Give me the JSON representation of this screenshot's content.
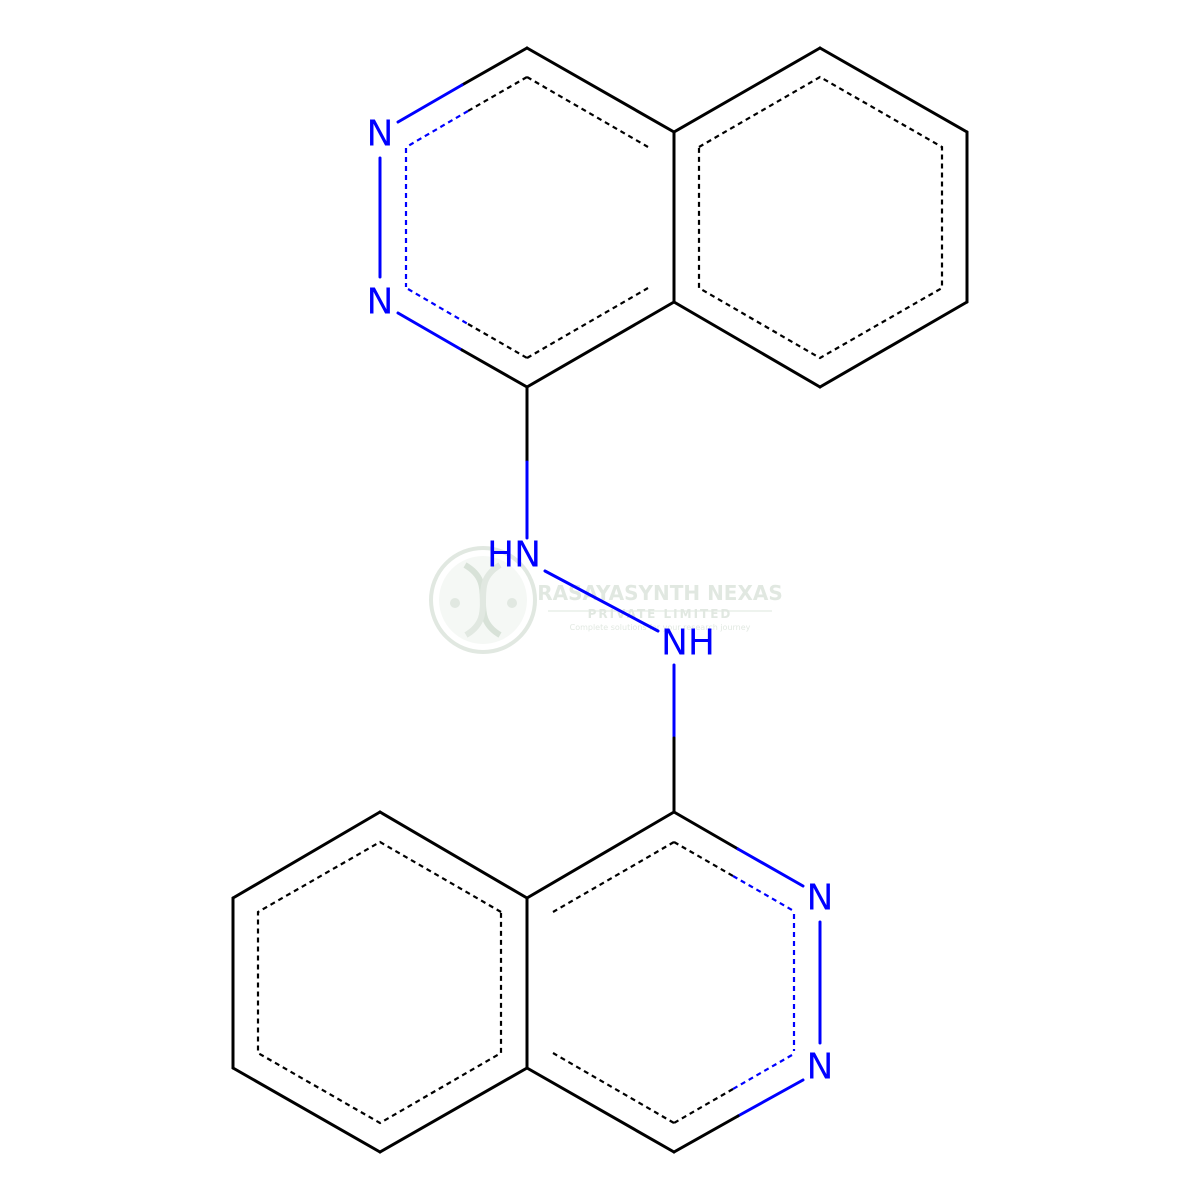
{
  "colors": {
    "carbon_bond": "#000000",
    "nitrogen": "#0000FF",
    "watermark": "#c9d6c9",
    "background": "#ffffff"
  },
  "atom_labels": {
    "n_top_1": "N",
    "n_top_2": "N",
    "nh_upper": "HN",
    "nh_lower": "NH",
    "n_bottom_1": "N",
    "n_bottom_2": "N"
  },
  "watermark": {
    "title": "RASAYASYNTH NEXAS",
    "subtitle": "PRIVATE LIMITED",
    "tagline": "Complete solutions for your research journey",
    "icon": "dna-helix-icon"
  }
}
